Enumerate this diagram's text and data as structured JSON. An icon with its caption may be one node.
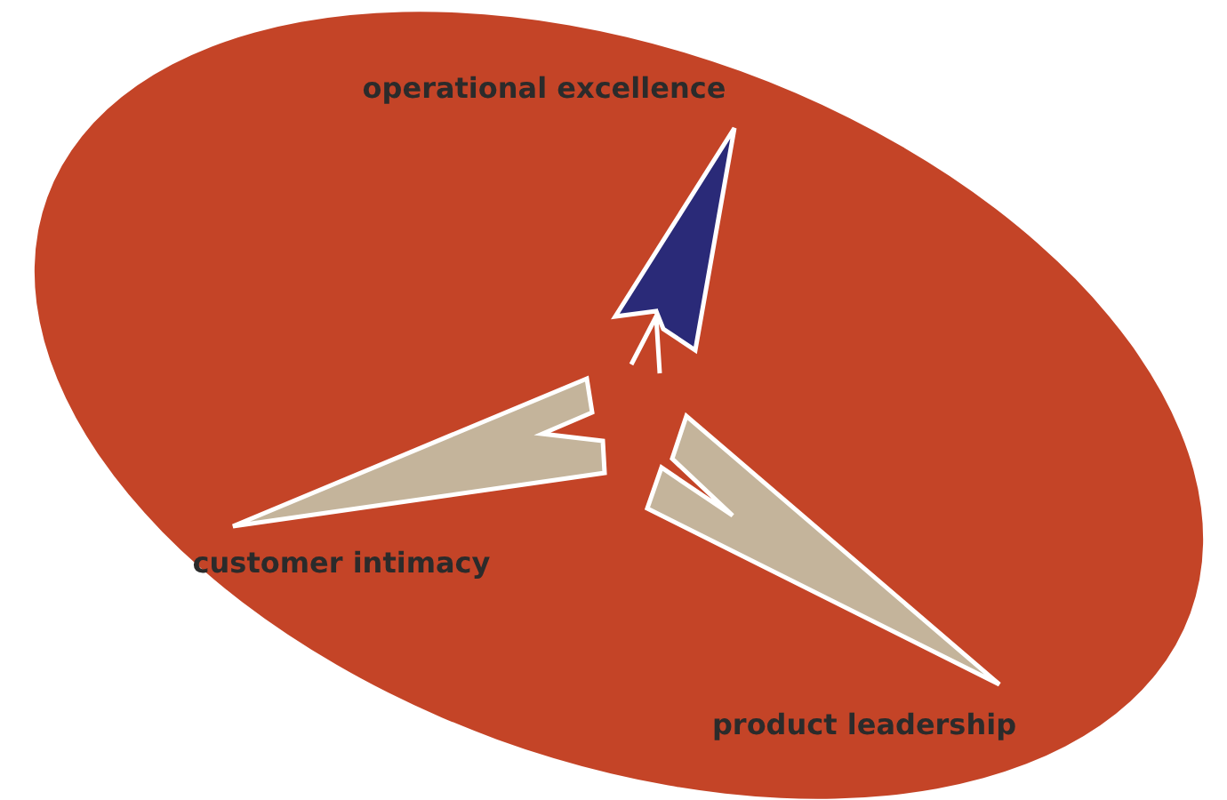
{
  "diagram": {
    "labels": [
      "operational excellence",
      "customer intimacy",
      "product leadership"
    ]
  }
}
